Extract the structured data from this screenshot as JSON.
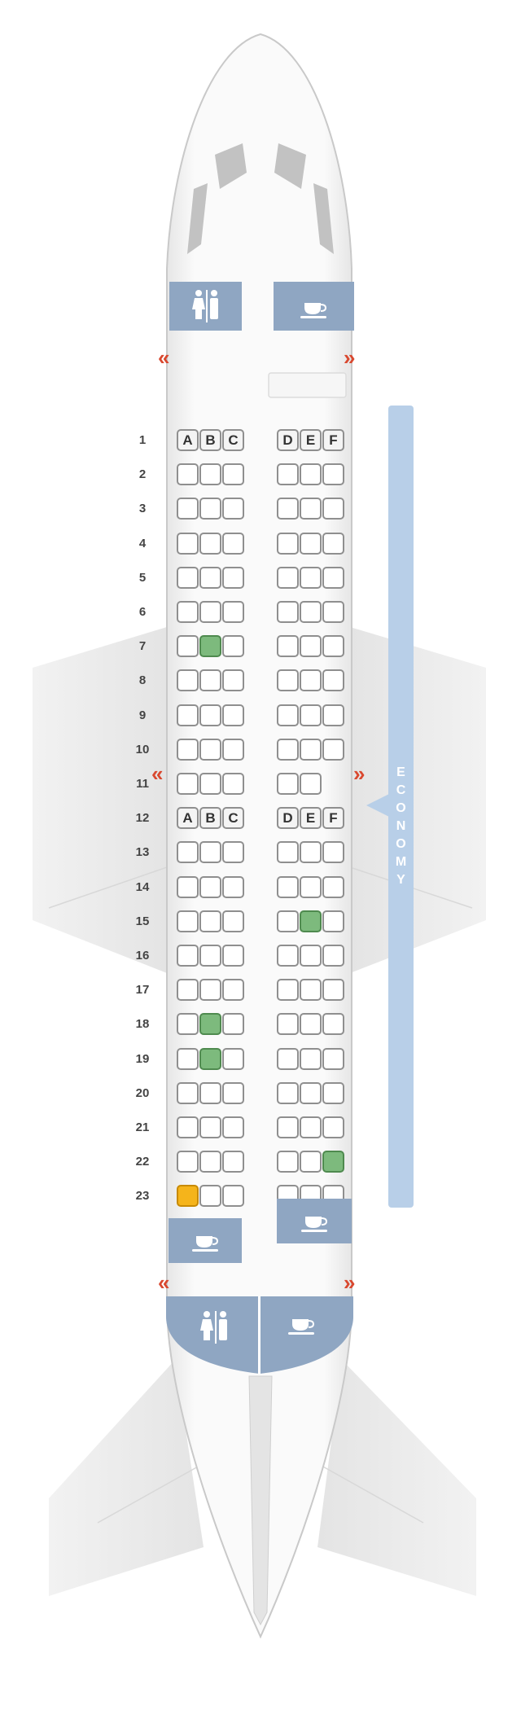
{
  "cabin": {
    "label": "ECONOMY",
    "color": "#b8cfe8"
  },
  "seat_letters": {
    "left": [
      "A",
      "B",
      "C"
    ],
    "right": [
      "D",
      "E",
      "F"
    ]
  },
  "rows": [
    "1",
    "2",
    "3",
    "4",
    "5",
    "6",
    "7",
    "8",
    "9",
    "10",
    "11",
    "12",
    "13",
    "14",
    "15",
    "16",
    "17",
    "18",
    "19",
    "20",
    "21",
    "22",
    "23"
  ],
  "seat_colors": {
    "standard": "#ffffff",
    "green": "#7dba7d",
    "orange": "#f5b41b",
    "facility": "#8fa6c2",
    "exit": "#d9482f"
  },
  "highlighted_seats": {
    "green": [
      "7B",
      "15E",
      "18B",
      "19B",
      "22F"
    ],
    "orange": [
      "23A"
    ]
  },
  "facilities": {
    "front": [
      "lavatory-icon",
      "galley-icon"
    ],
    "rear_galleys": [
      "galley-icon",
      "galley-icon"
    ],
    "rear": [
      "lavatory-icon",
      "galley-icon"
    ]
  },
  "exit_symbol": "«",
  "exit_symbol_right": "»"
}
